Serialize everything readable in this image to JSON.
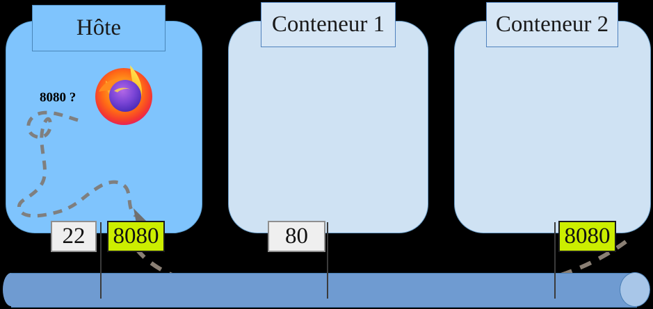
{
  "diagram": {
    "title_host": "Hôte",
    "background_color": "#000000",
    "zones": [
      {
        "name": "host",
        "label": "Hôte",
        "fill": "#7FC4FD"
      },
      {
        "name": "container1",
        "label": "Conteneur 1",
        "fill": "#CFE2F3"
      },
      {
        "name": "container2",
        "label": "Conteneur 2",
        "fill": "#CFE2F3"
      }
    ],
    "ports": [
      {
        "name": "host-ssh",
        "value": "22",
        "style": "plain",
        "fill": "#EFEFEF"
      },
      {
        "name": "host-published",
        "value": "8080",
        "style": "highlight",
        "fill": "#CCEE00"
      },
      {
        "name": "container1-http",
        "value": "80",
        "style": "plain",
        "fill": "#EFEFEF"
      },
      {
        "name": "container2-http",
        "value": "8080",
        "style": "highlight",
        "fill": "#CCEE00"
      }
    ],
    "annotation": {
      "query_label": "8080 ?"
    },
    "icons": {
      "browser": "firefox-icon"
    },
    "network_bus": {
      "name": "network-bus",
      "fill": "#6F9BD1",
      "cap_fill": "#A8C6E8"
    },
    "flow_color": "#808080"
  }
}
